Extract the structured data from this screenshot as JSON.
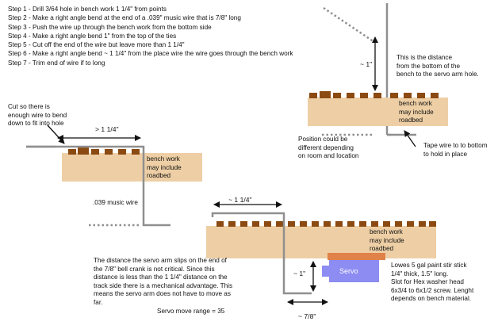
{
  "steps": [
    "Step 1 - Drill 3/64 hole in bench work 1 1/4\" from points",
    "Step 2 - Make a right angle bend at the end of a .039\" music wire that is 7/8\" long",
    "Step 3 - Push the wire up through the bench work from the bottom side",
    "Step 4 - Make a right angle bend 1\" from the top of the ties",
    "Step 5 - Cut off the end of the wire but leave more than 1 1/4\"",
    "Step 6 - Make a right angle bend ~ 1 1/4\" from the place wire the wire goes through the bench work",
    "Step 7 - Trim end of wire if to long"
  ],
  "left_diagram": {
    "cut_note": [
      "Cut so there is",
      "enough wire to bend",
      "down to fit into hole"
    ],
    "dimension": "> 1 1/4\"",
    "bench_label": [
      "bench work",
      "may include",
      "roadbed"
    ],
    "wire_label": ".039 music wire"
  },
  "right_diagram": {
    "dimension": "~ 1\"",
    "distance_note": [
      "This is the distance",
      "from the bottom of the",
      "bench to the servo arm hole."
    ],
    "bench_label": [
      "bench work",
      "may include",
      "roadbed"
    ],
    "position_note": [
      "Position could be",
      "different depending",
      "on room and location"
    ],
    "tape_note": [
      "Tape wire to to bottom",
      "to hold in place"
    ]
  },
  "bottom_diagram": {
    "dimension_top": "~ 1 1/4\"",
    "bench_label": [
      "bench work",
      "may include",
      "roadbed"
    ],
    "dimension_side": "~ 1\"",
    "servo_label": "Servo",
    "dimension_bottom": "~ 7/8\"",
    "stick_note": [
      "Lowes 5 gal paint stir stick",
      "1/4\" thick, 1.5\" long.",
      "Slot for Hex washer head",
      "6x3/4 to 6x1/2 screw. Lenght",
      "depends on bench material."
    ],
    "servo_note": [
      "The distance the servo arm slips on the end of",
      "the 7/8\" bell crank is not critical. Since this",
      "distance is less than the 1 1/4\" distance on the",
      "track side there is a mechanical advantage. This",
      "means the servo arm does not have to move as",
      "far."
    ],
    "servo_range": "Servo move range = 35"
  },
  "colors": {
    "bench": "#eecfa5",
    "tie": "#8b4a12",
    "wire": "#8f8f8f",
    "servo": "#8c8cf2",
    "stick": "#e0824a"
  }
}
